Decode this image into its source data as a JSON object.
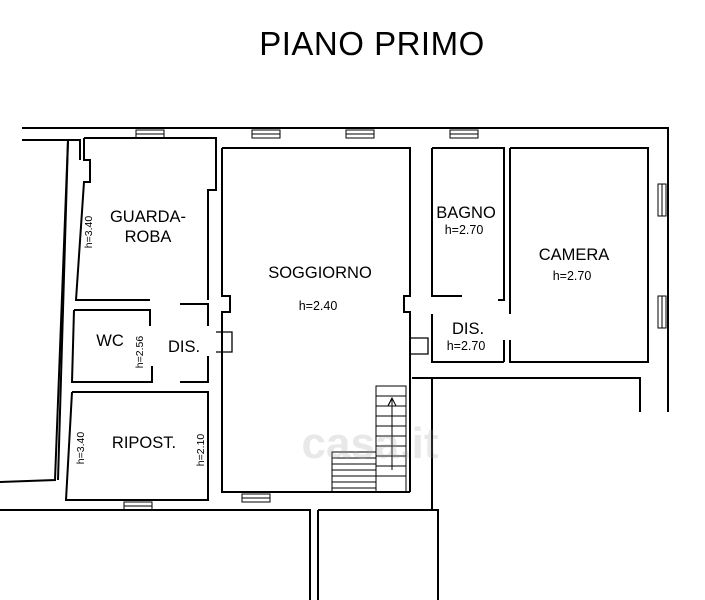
{
  "title": "PIANO PRIMO",
  "watermark": "casa.it",
  "rooms": {
    "guardaroba_line1": "GUARDA-",
    "guardaroba_line2": "ROBA",
    "guardaroba_h": "h=3.40",
    "soggiorno": "SOGGIORNO",
    "soggiorno_h": "h=2.40",
    "bagno": "BAGNO",
    "bagno_h": "h=2.70",
    "camera": "CAMERA",
    "camera_h": "h=2.70",
    "wc": "WC",
    "wc_h": "h=2.56",
    "dis_left": "DIS.",
    "dis_right": "DIS.",
    "dis_right_h": "h=2.70",
    "ripost": "RIPOST.",
    "ripost_h_left": "h=3.40",
    "ripost_h_right": "h=2.10"
  }
}
